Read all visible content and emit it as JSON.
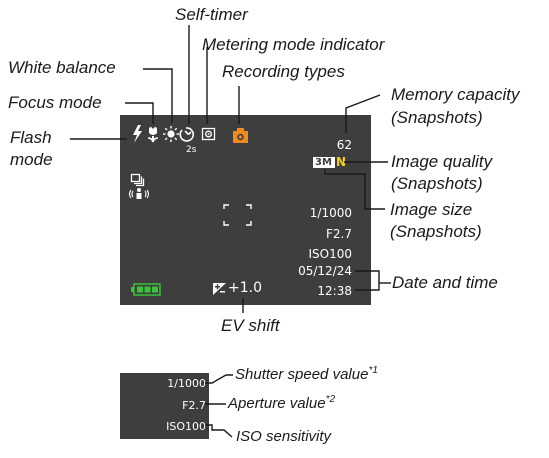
{
  "labels": {
    "self_timer": "Self-timer",
    "metering": "Metering mode indicator",
    "white_balance": "White balance",
    "recording_types": "Recording types",
    "focus_mode": "Focus mode",
    "flash_mode_1": "Flash",
    "flash_mode_2": "mode",
    "memory_capacity_1": "Memory capacity",
    "memory_capacity_2": "(Snapshots)",
    "image_quality_1": "Image quality",
    "image_quality_2": "(Snapshots)",
    "image_size_1": "Image size",
    "image_size_2": "(Snapshots)",
    "date_time": "Date and time",
    "ev_shift": "EV shift",
    "shutter_speed": "Shutter speed value",
    "shutter_note": "*1",
    "aperture": "Aperture value",
    "aperture_note": "*2",
    "iso": "ISO sensitivity"
  },
  "screen": {
    "memory_count": "62",
    "image_size": "3M",
    "quality": "N",
    "self_timer_value": "2s",
    "shutter": "1/1000",
    "aperture": "F2.7",
    "iso": "ISO100",
    "date": "05/12/24",
    "time": "12:38",
    "ev": "+1.0"
  },
  "detail": {
    "shutter": "1/1000",
    "aperture": "F2.7",
    "iso": "ISO100"
  },
  "colors": {
    "lcd_bg": "#3e3e3e",
    "accent_orange": "#f08a1c",
    "quality_yellow": "#f5d21e",
    "battery_green": "#3ac43a"
  },
  "icons": [
    "flash-icon",
    "macro-focus-icon",
    "white-balance-sun-icon",
    "self-timer-icon",
    "metering-icon",
    "camera-recording-icon",
    "continuous-shooting-icon",
    "anti-shake-icon",
    "focus-frame-icon",
    "battery-icon",
    "ev-shift-icon"
  ]
}
